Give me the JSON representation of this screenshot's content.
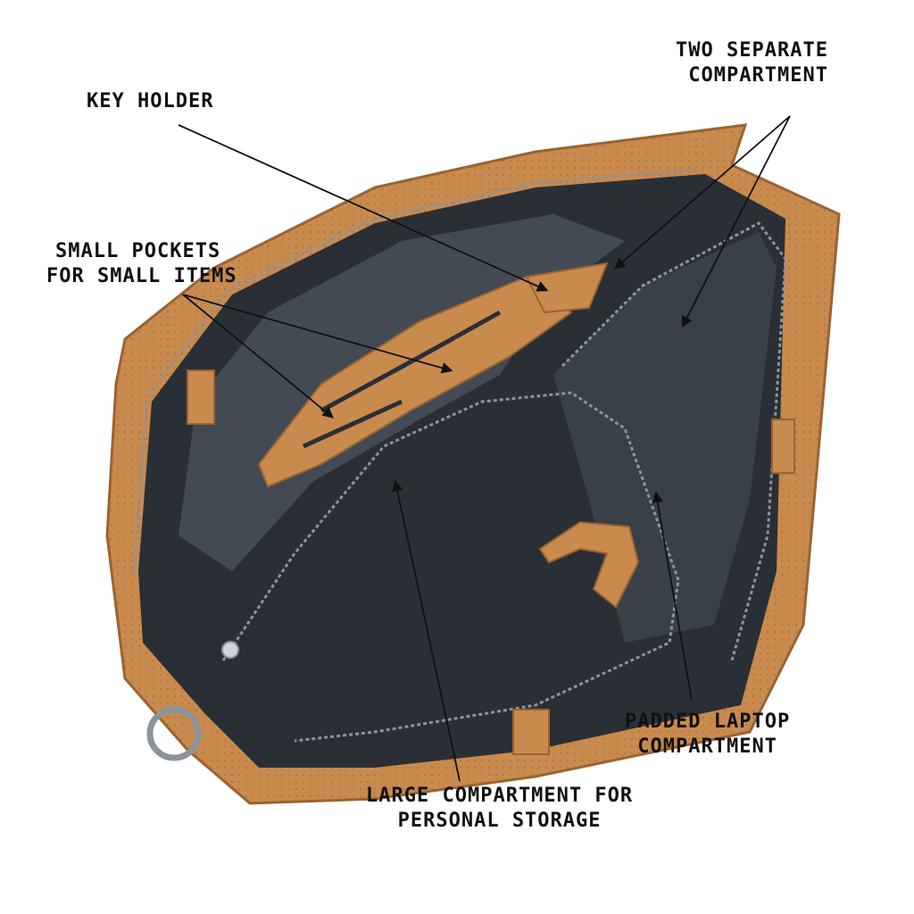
{
  "colors": {
    "background": "#ffffff",
    "leather": "#c98a4e",
    "leather_dark": "#9a6331",
    "lining": "#2a2f36",
    "lining_light": "#434a53",
    "zipper": "#8d939a",
    "ink": "#111111"
  },
  "callouts": {
    "key_holder": {
      "lines": [
        "KEY HOLDER"
      ]
    },
    "two_separate": {
      "lines": [
        "TWO SEPARATE",
        "COMPARTMENT"
      ]
    },
    "small_pockets": {
      "lines": [
        "SMALL POCKETS",
        "FOR SMALL ITEMS"
      ]
    },
    "padded_laptop": {
      "lines": [
        "PADDED LAPTOP",
        "COMPARTMENT"
      ]
    },
    "large_compartment": {
      "lines": [
        "LARGE COMPARTMENT FOR",
        "PERSONAL STORAGE"
      ]
    }
  }
}
